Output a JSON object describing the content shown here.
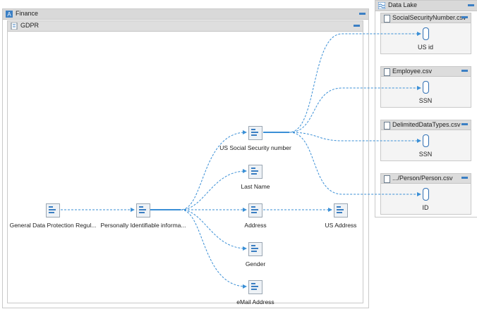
{
  "finance_panel": {
    "title": "Finance",
    "icon": "finance-icon"
  },
  "gdpr_panel": {
    "title": "GDPR",
    "icon": "document-icon"
  },
  "datalake_panel": {
    "title": "Data Lake",
    "icon": "data-lake-icon"
  },
  "nodes": {
    "gdpr": {
      "label": "General Data Protection Regul..."
    },
    "pii": {
      "label": "Personally Identifiable informa..."
    },
    "ssn": {
      "label": "US Social Security number"
    },
    "last_name": {
      "label": "Last Name"
    },
    "address": {
      "label": "Address"
    },
    "gender": {
      "label": "Gender"
    },
    "email": {
      "label": "eMail Address"
    },
    "us_address": {
      "label": "US Address"
    }
  },
  "files": [
    {
      "name": "SocialSecurityNumber.csv",
      "column": "US id"
    },
    {
      "name": "Employee.csv",
      "column": "SSN"
    },
    {
      "name": "DelimitedDataTypes.csv",
      "column": "SSN"
    },
    {
      "name": ".../Person/Person.csv",
      "column": "ID"
    }
  ],
  "colors": {
    "link": "#3a8fd6",
    "collapse": "#3b7fc4",
    "header": "#d9d9d9"
  }
}
